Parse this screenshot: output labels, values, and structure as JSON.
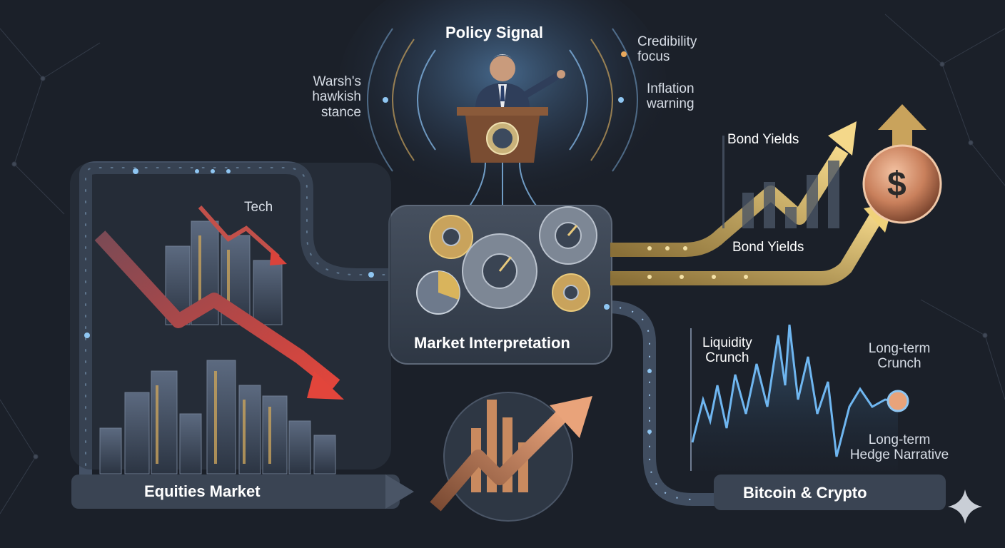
{
  "diagram": {
    "policy_signal": {
      "title": "Policy Signal",
      "left_label": "Warsh's\nhawkish\nstance",
      "right_label_top": "Credibility\nfocus",
      "right_label_bottom": "Inflation\nwarning"
    },
    "market_interpretation": {
      "title": "Market Interpretation"
    },
    "equities": {
      "banner": "Equities Market",
      "tech_label": "Tech"
    },
    "bonds": {
      "label_top": "Bond Yields",
      "label_bottom": "Bond Yields",
      "currency_symbol": "$"
    },
    "crypto": {
      "banner": "Bitcoin & Crypto",
      "liquidity_label": "Liquidity\nCrunch",
      "long_term_top": "Long-term\nCrunch",
      "long_term_bottom": "Long-term\nHedge Narrative"
    }
  },
  "colors": {
    "background": "#1b2029",
    "panel": "#3a4453",
    "blue_flow": "#7fb2e0",
    "gold_flow": "#d9b45c",
    "red_arrow": "#d9433b",
    "copper_arrow": "#c98a5f"
  },
  "icons": [
    "speaker-icon",
    "podium-seal-icon",
    "gear-icon",
    "gauge-icon",
    "pie-chart-icon",
    "dollar-coin-icon",
    "sparkle-icon"
  ]
}
